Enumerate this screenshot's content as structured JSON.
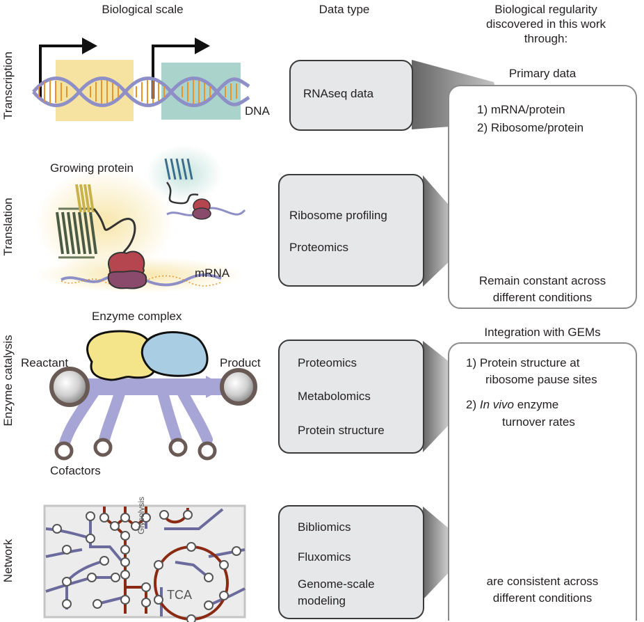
{
  "headers": {
    "scale": "Biological scale",
    "data_type": "Data type",
    "regularity_l1": "Biological regularity",
    "regularity_l2": "discovered in this work",
    "regularity_l3": "through:"
  },
  "rows": {
    "transcription": "Transcription",
    "translation": "Translation",
    "enzyme": "Enzyme catalysis",
    "network": "Network"
  },
  "scale_labels": {
    "dna": "DNA",
    "growing_protein": "Growing protein",
    "mrna": "mRNA",
    "enzyme_complex": "Enzyme complex",
    "reactant": "Reactant",
    "product": "Product",
    "cofactors": "Cofactors",
    "glycolysis": "Glycolysis",
    "tca": "TCA"
  },
  "data_boxes": {
    "box1": [
      "RNAseq data"
    ],
    "box2": [
      "Ribosome profiling",
      "Proteomics"
    ],
    "box3": [
      "Proteomics",
      "Metabolomics",
      "Protein structure"
    ],
    "box4": [
      "Bibliomics",
      "Fluxomics",
      "Genome-scale",
      "modeling"
    ]
  },
  "primary": {
    "title": "Primary data",
    "item1": "1) mRNA/protein",
    "item2": "2) Ribosome/protein",
    "footer_l1": "Remain constant across",
    "footer_l2": "different conditions"
  },
  "gems": {
    "title": "Integration with GEMs",
    "item1_l1": "1) Protein structure at",
    "item1_l2": "ribosome pause sites",
    "item2_prefix": "2) ",
    "item2_italic": "In vivo",
    "item2_suffix": " enzyme",
    "item2_l2": "turnover rates",
    "footer_l1": "are consistent across",
    "footer_l2": "different conditions"
  },
  "colors": {
    "yellow": "#f6e3a1",
    "teal": "#a9d3cb",
    "blue_protein": "#a9cde3",
    "red_ribosome": "#b5454f",
    "purple_ribosome": "#8a4a6b",
    "lavender_path": "#9d9bd0",
    "network_brown": "#8b2a12",
    "network_purple": "#6a6a9c",
    "box_gray": "#e6e7e8"
  }
}
